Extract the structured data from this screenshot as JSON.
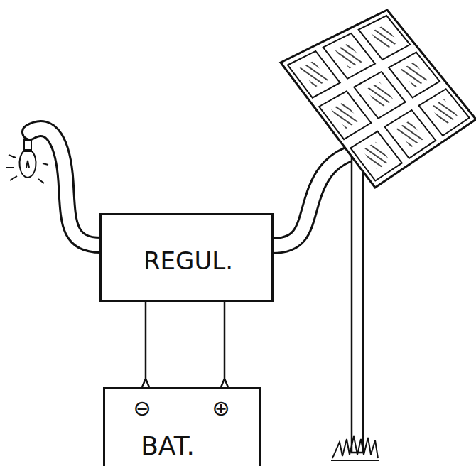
{
  "diagram": {
    "nodes": [
      {
        "text": [
          "REGUL."
        ]
      },
      {
        "text": [
          "⊖",
          "⊕",
          "BAT."
        ]
      }
    ],
    "edges": [
      {
        "from": 0,
        "to": 1,
        "arrow": "none"
      },
      {
        "from": 0,
        "to": 1,
        "arrow": "none"
      }
    ]
  }
}
